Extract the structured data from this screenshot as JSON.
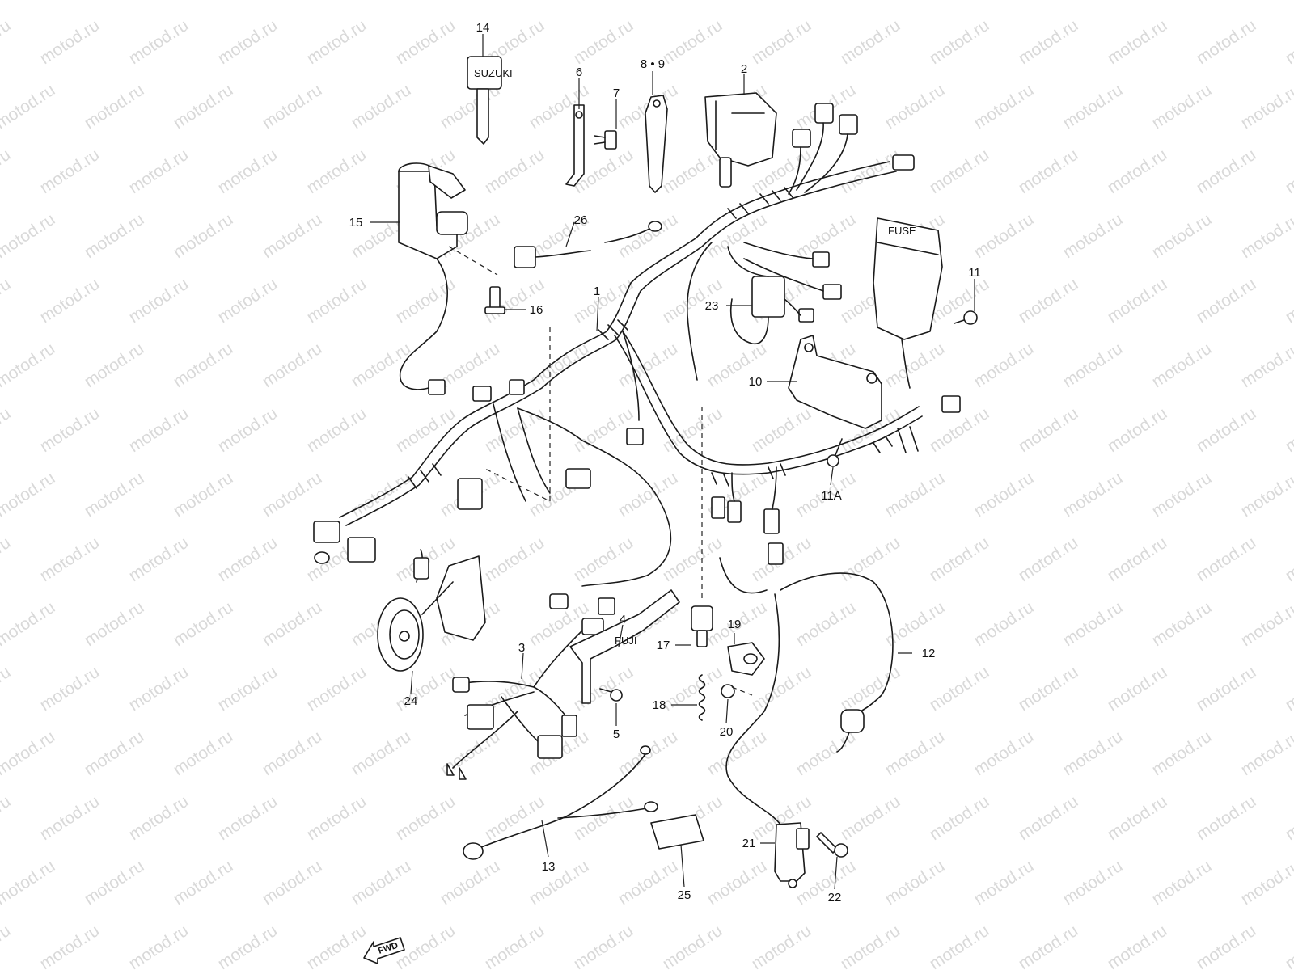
{
  "watermark": {
    "text": "motod.ru",
    "color": "#d9d9d9"
  },
  "callouts": [
    {
      "id": "1",
      "label": "1"
    },
    {
      "id": "2",
      "label": "2"
    },
    {
      "id": "3",
      "label": "3"
    },
    {
      "id": "4",
      "label": "4"
    },
    {
      "id": "5",
      "label": "5"
    },
    {
      "id": "6",
      "label": "6"
    },
    {
      "id": "7",
      "label": "7"
    },
    {
      "id": "8",
      "label": "8 • 9"
    },
    {
      "id": "10",
      "label": "10"
    },
    {
      "id": "11",
      "label": "11"
    },
    {
      "id": "11A",
      "label": "11A"
    },
    {
      "id": "12",
      "label": "12"
    },
    {
      "id": "13",
      "label": "13"
    },
    {
      "id": "14",
      "label": "14"
    },
    {
      "id": "15",
      "label": "15"
    },
    {
      "id": "16",
      "label": "16"
    },
    {
      "id": "17",
      "label": "17"
    },
    {
      "id": "18",
      "label": "18"
    },
    {
      "id": "19",
      "label": "19"
    },
    {
      "id": "20",
      "label": "20"
    },
    {
      "id": "21",
      "label": "21"
    },
    {
      "id": "22",
      "label": "22"
    },
    {
      "id": "23",
      "label": "23"
    },
    {
      "id": "24",
      "label": "24"
    },
    {
      "id": "25",
      "label": "25"
    },
    {
      "id": "26",
      "label": "26"
    }
  ],
  "stamps": {
    "fuse": "FUSE",
    "key": "SUZUKI",
    "plate": "FUJI"
  },
  "fwd_arrow": {
    "text": "FWD"
  }
}
